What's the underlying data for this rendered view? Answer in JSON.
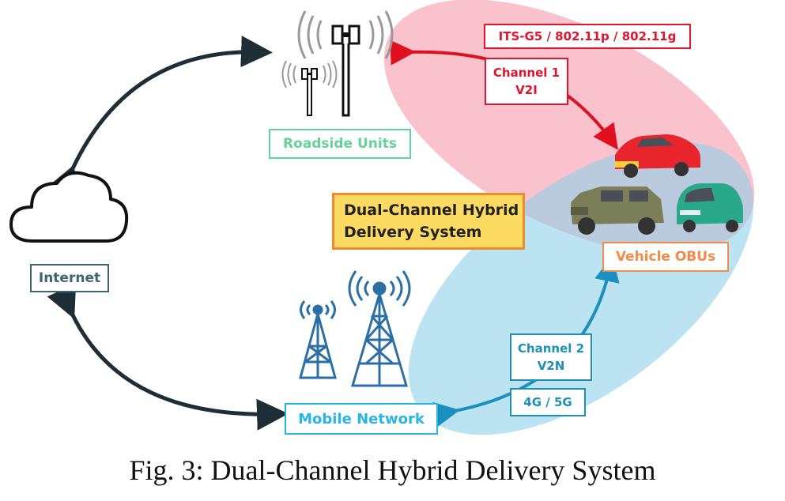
{
  "labels": {
    "internet": "Internet",
    "roadside_units": "Roadside Units",
    "mobile_network": "Mobile Network",
    "vehicle_obus": "Vehicle OBUs",
    "its_g5": "ITS-G5 / 802.11p / 802.11g",
    "channel1_line1": "Channel 1",
    "channel1_line2": "V2I",
    "channel2_line1": "Channel 2",
    "channel2_line2": "V2N",
    "cellular": "4G / 5G",
    "system_line1": "Dual-Channel Hybrid",
    "system_line2": "Delivery System"
  },
  "caption": "Fig. 3: Dual-Channel Hybrid Delivery System",
  "colors": {
    "internet": "#3f6470",
    "roadside": "#63d39a",
    "mobile": "#29b4e6",
    "vehicle": "#f28c4c",
    "channel1": "#e0142a",
    "channel2": "#1f8fb5",
    "system_fill": "#fddb63",
    "system_border": "#f08a2c",
    "red_zone": "#f7a8b8",
    "blue_zone": "#8fd0e8"
  },
  "icons": [
    "cloud-icon",
    "rsu-antenna-icon",
    "cell-tower-icon",
    "car-icon",
    "jeep-icon"
  ]
}
